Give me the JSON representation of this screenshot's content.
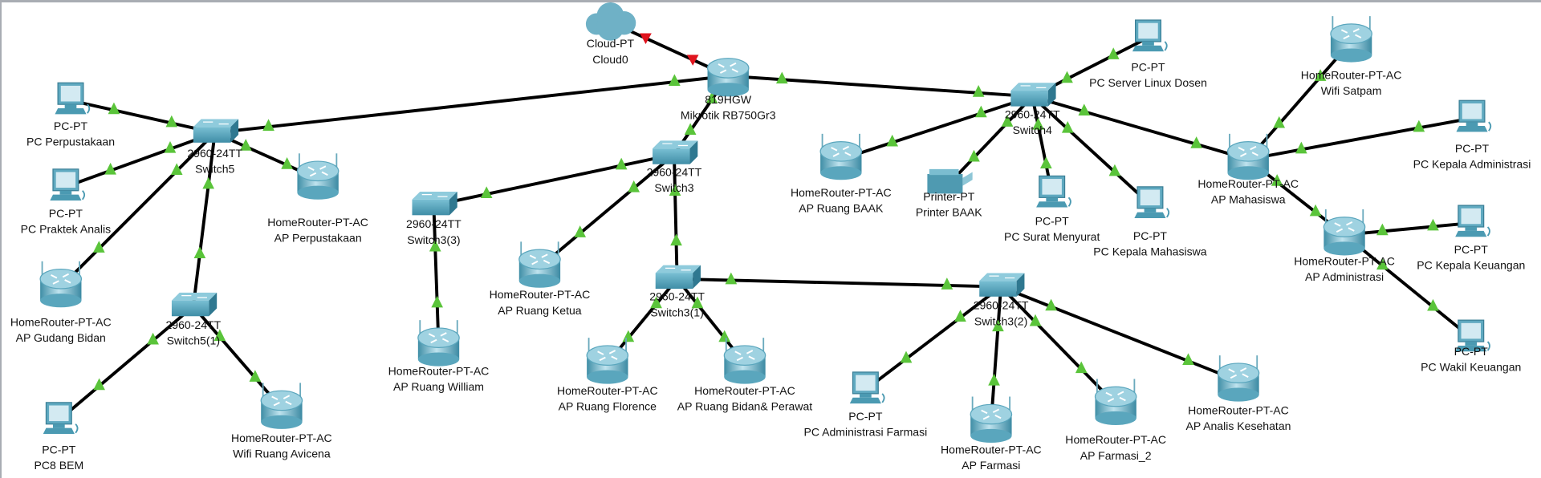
{
  "colors": {
    "link": "#000000",
    "link_up": "#5ac43a",
    "link_down": "#e0141e",
    "device": "#4b9fb8"
  },
  "nodes": [
    {
      "id": "cloud0",
      "type": "cloud",
      "model": "Cloud-PT",
      "name": "Cloud0"
    },
    {
      "id": "mikrotik",
      "type": "router",
      "model": "819HGW",
      "name": "Mikrotik RB750Gr3"
    },
    {
      "id": "switch5",
      "type": "switch",
      "model": "2960-24TT",
      "name": "Switch5"
    },
    {
      "id": "pc_perpustakaan",
      "type": "pc",
      "model": "PC-PT",
      "name": "PC Perpustakaan"
    },
    {
      "id": "pc_praktek",
      "type": "pc",
      "model": "PC-PT",
      "name": "PC Praktek Analis"
    },
    {
      "id": "ap_perpustakaan",
      "type": "homerouter",
      "model": "HomeRouter-PT-AC",
      "name": "AP Perpustakaan"
    },
    {
      "id": "ap_gudang",
      "type": "homerouter",
      "model": "HomeRouter-PT-AC",
      "name": "AP Gudang Bidan"
    },
    {
      "id": "switch5_1",
      "type": "switch",
      "model": "2960-24TT",
      "name": "Switch5(1)"
    },
    {
      "id": "pc8_bem",
      "type": "pc",
      "model": "PC-PT",
      "name": "PC8 BEM"
    },
    {
      "id": "wifi_avicena",
      "type": "homerouter",
      "model": "HomeRouter-PT-AC",
      "name": "Wifi Ruang Avicena"
    },
    {
      "id": "switch3_3",
      "type": "switch",
      "model": "2960-24TT",
      "name": "Switch3(3)"
    },
    {
      "id": "ap_william",
      "type": "homerouter",
      "model": "HomeRouter-PT-AC",
      "name": "AP Ruang William"
    },
    {
      "id": "switch3",
      "type": "switch",
      "model": "2960-24TT",
      "name": "Switch3"
    },
    {
      "id": "ap_ketua",
      "type": "homerouter",
      "model": "HomeRouter-PT-AC",
      "name": "AP Ruang Ketua"
    },
    {
      "id": "switch3_1",
      "type": "switch",
      "model": "2960-24TT",
      "name": "Switch3(1)"
    },
    {
      "id": "ap_florence",
      "type": "homerouter",
      "model": "HomeRouter-PT-AC",
      "name": "AP Ruang Florence"
    },
    {
      "id": "ap_bidan",
      "type": "homerouter",
      "model": "HomeRouter-PT-AC",
      "name": "AP Ruang Bidan& Perawat"
    },
    {
      "id": "switch3_2",
      "type": "switch",
      "model": "2960-24TT",
      "name": "Switch3(2)"
    },
    {
      "id": "pc_admin_farmasi",
      "type": "pc",
      "model": "PC-PT",
      "name": "PC Administrasi Farmasi"
    },
    {
      "id": "ap_farmasi",
      "type": "homerouter",
      "model": "HomeRouter-PT-AC",
      "name": "AP Farmasi"
    },
    {
      "id": "ap_farmasi2",
      "type": "homerouter",
      "model": "HomeRouter-PT-AC",
      "name": "AP Farmasi_2"
    },
    {
      "id": "ap_analis",
      "type": "homerouter",
      "model": "HomeRouter-PT-AC",
      "name": "AP Analis Kesehatan"
    },
    {
      "id": "switch4",
      "type": "switch",
      "model": "2960-24TT",
      "name": "Switch4"
    },
    {
      "id": "pc_server_linux",
      "type": "pc",
      "model": "PC-PT",
      "name": "PC Server Linux Dosen"
    },
    {
      "id": "ap_baak",
      "type": "homerouter",
      "model": "HomeRouter-PT-AC",
      "name": "AP Ruang BAAK"
    },
    {
      "id": "printer_baak",
      "type": "printer",
      "model": "Printer-PT",
      "name": "Printer BAAK"
    },
    {
      "id": "pc_surat",
      "type": "pc",
      "model": "PC-PT",
      "name": "PC Surat Menyurat"
    },
    {
      "id": "pc_kepala_mhs",
      "type": "pc",
      "model": "PC-PT",
      "name": "PC Kepala Mahasiswa"
    },
    {
      "id": "ap_mahasiswa",
      "type": "homerouter",
      "model": "HomeRouter-PT-AC",
      "name": "AP Mahasiswa"
    },
    {
      "id": "wifi_satpam",
      "type": "homerouter",
      "model": "HomeRouter-PT-AC",
      "name": "Wifi Satpam"
    },
    {
      "id": "pc_kepala_admin",
      "type": "pc",
      "model": "PC-PT",
      "name": "PC Kepala Administrasi"
    },
    {
      "id": "ap_administrasi",
      "type": "homerouter",
      "model": "HomeRouter-PT-AC",
      "name": "AP Administrasi"
    },
    {
      "id": "pc_kepala_keuangan",
      "type": "pc",
      "model": "PC-PT",
      "name": "PC Kepala Keuangan"
    },
    {
      "id": "pc_wakil_keuangan",
      "type": "pc",
      "model": "PC-PT",
      "name": "PC Wakil Keuangan"
    }
  ],
  "links": [
    {
      "from": "cloud0",
      "to": "mikrotik",
      "status": "down"
    },
    {
      "from": "mikrotik",
      "to": "switch5",
      "status": "up"
    },
    {
      "from": "mikrotik",
      "to": "switch4",
      "status": "up"
    },
    {
      "from": "mikrotik",
      "to": "switch3",
      "status": "up"
    },
    {
      "from": "switch5",
      "to": "pc_perpustakaan",
      "status": "up"
    },
    {
      "from": "switch5",
      "to": "pc_praktek",
      "status": "up"
    },
    {
      "from": "switch5",
      "to": "ap_gudang",
      "status": "up"
    },
    {
      "from": "switch5",
      "to": "ap_perpustakaan",
      "status": "up"
    },
    {
      "from": "switch5",
      "to": "switch5_1",
      "status": "up"
    },
    {
      "from": "switch5_1",
      "to": "pc8_bem",
      "status": "up"
    },
    {
      "from": "switch5_1",
      "to": "wifi_avicena",
      "status": "up"
    },
    {
      "from": "switch3",
      "to": "switch3_3",
      "status": "up"
    },
    {
      "from": "switch3_3",
      "to": "ap_william",
      "status": "up"
    },
    {
      "from": "switch3",
      "to": "ap_ketua",
      "status": "up"
    },
    {
      "from": "switch3",
      "to": "switch3_1",
      "status": "up"
    },
    {
      "from": "switch3_1",
      "to": "ap_florence",
      "status": "up"
    },
    {
      "from": "switch3_1",
      "to": "ap_bidan",
      "status": "up"
    },
    {
      "from": "switch3_1",
      "to": "switch3_2",
      "status": "up"
    },
    {
      "from": "switch3_2",
      "to": "pc_admin_farmasi",
      "status": "up"
    },
    {
      "from": "switch3_2",
      "to": "ap_farmasi",
      "status": "up"
    },
    {
      "from": "switch3_2",
      "to": "ap_farmasi2",
      "status": "up"
    },
    {
      "from": "switch3_2",
      "to": "ap_analis",
      "status": "up"
    },
    {
      "from": "switch4",
      "to": "pc_server_linux",
      "status": "up"
    },
    {
      "from": "switch4",
      "to": "ap_baak",
      "status": "up"
    },
    {
      "from": "switch4",
      "to": "printer_baak",
      "status": "up"
    },
    {
      "from": "switch4",
      "to": "pc_surat",
      "status": "up"
    },
    {
      "from": "switch4",
      "to": "pc_kepala_mhs",
      "status": "up"
    },
    {
      "from": "switch4",
      "to": "ap_mahasiswa",
      "status": "up"
    },
    {
      "from": "ap_mahasiswa",
      "to": "wifi_satpam",
      "status": "up"
    },
    {
      "from": "ap_mahasiswa",
      "to": "pc_kepala_admin",
      "status": "up"
    },
    {
      "from": "ap_mahasiswa",
      "to": "ap_administrasi",
      "status": "up"
    },
    {
      "from": "ap_administrasi",
      "to": "pc_kepala_keuangan",
      "status": "up"
    },
    {
      "from": "ap_administrasi",
      "to": "pc_wakil_keuangan",
      "status": "up"
    }
  ]
}
